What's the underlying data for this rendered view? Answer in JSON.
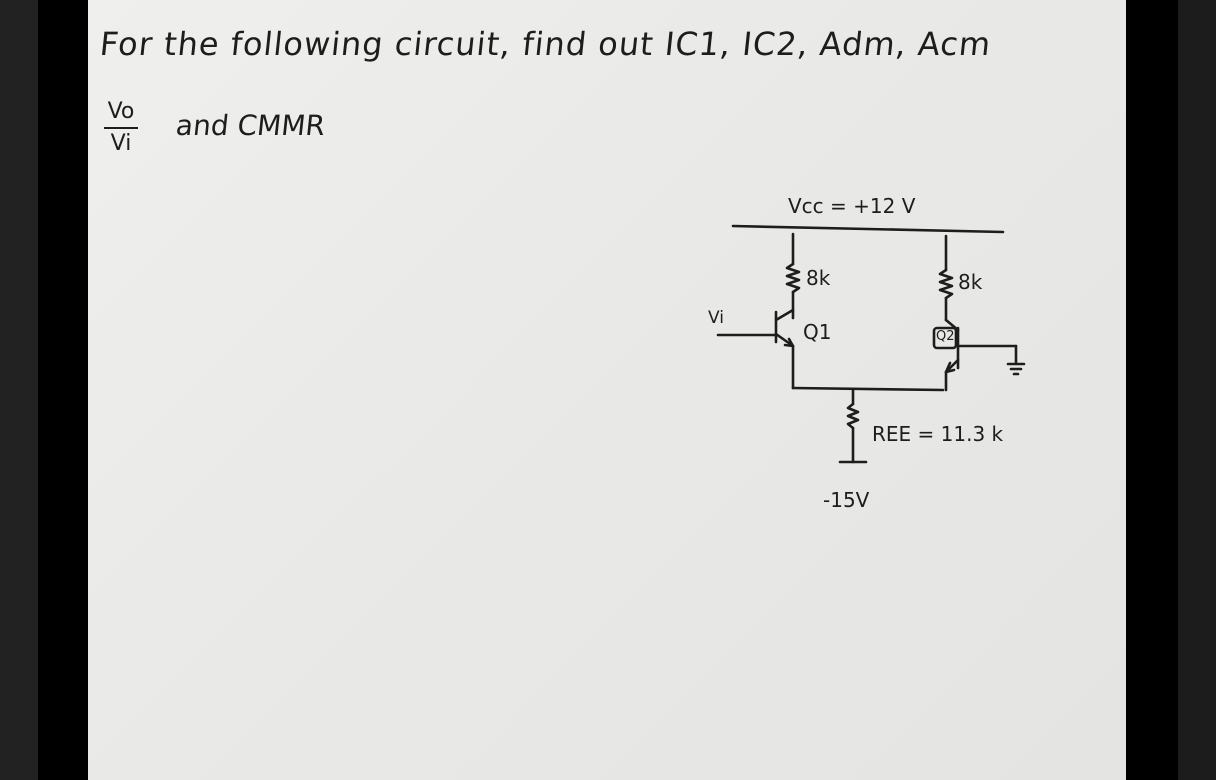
{
  "prompt": {
    "line1": "For the following circuit, find out IC1, IC2, Adm, Acm",
    "fraction_numerator": "Vo",
    "fraction_denominator": "Vi",
    "line2_rest": "and CMMR"
  },
  "circuit": {
    "vcc_label": "Vcc = +12 V",
    "rc1_label": "8k",
    "rc2_label": "8k",
    "input_label": "Vi",
    "q1_label": "Q1",
    "q2_label": "Q2",
    "ree_label": "REE = 11.3 k",
    "vee_label": "-15V"
  },
  "colors": {
    "ink": "#1d1d1d",
    "paper": "#eceae8",
    "background": "#000000"
  }
}
